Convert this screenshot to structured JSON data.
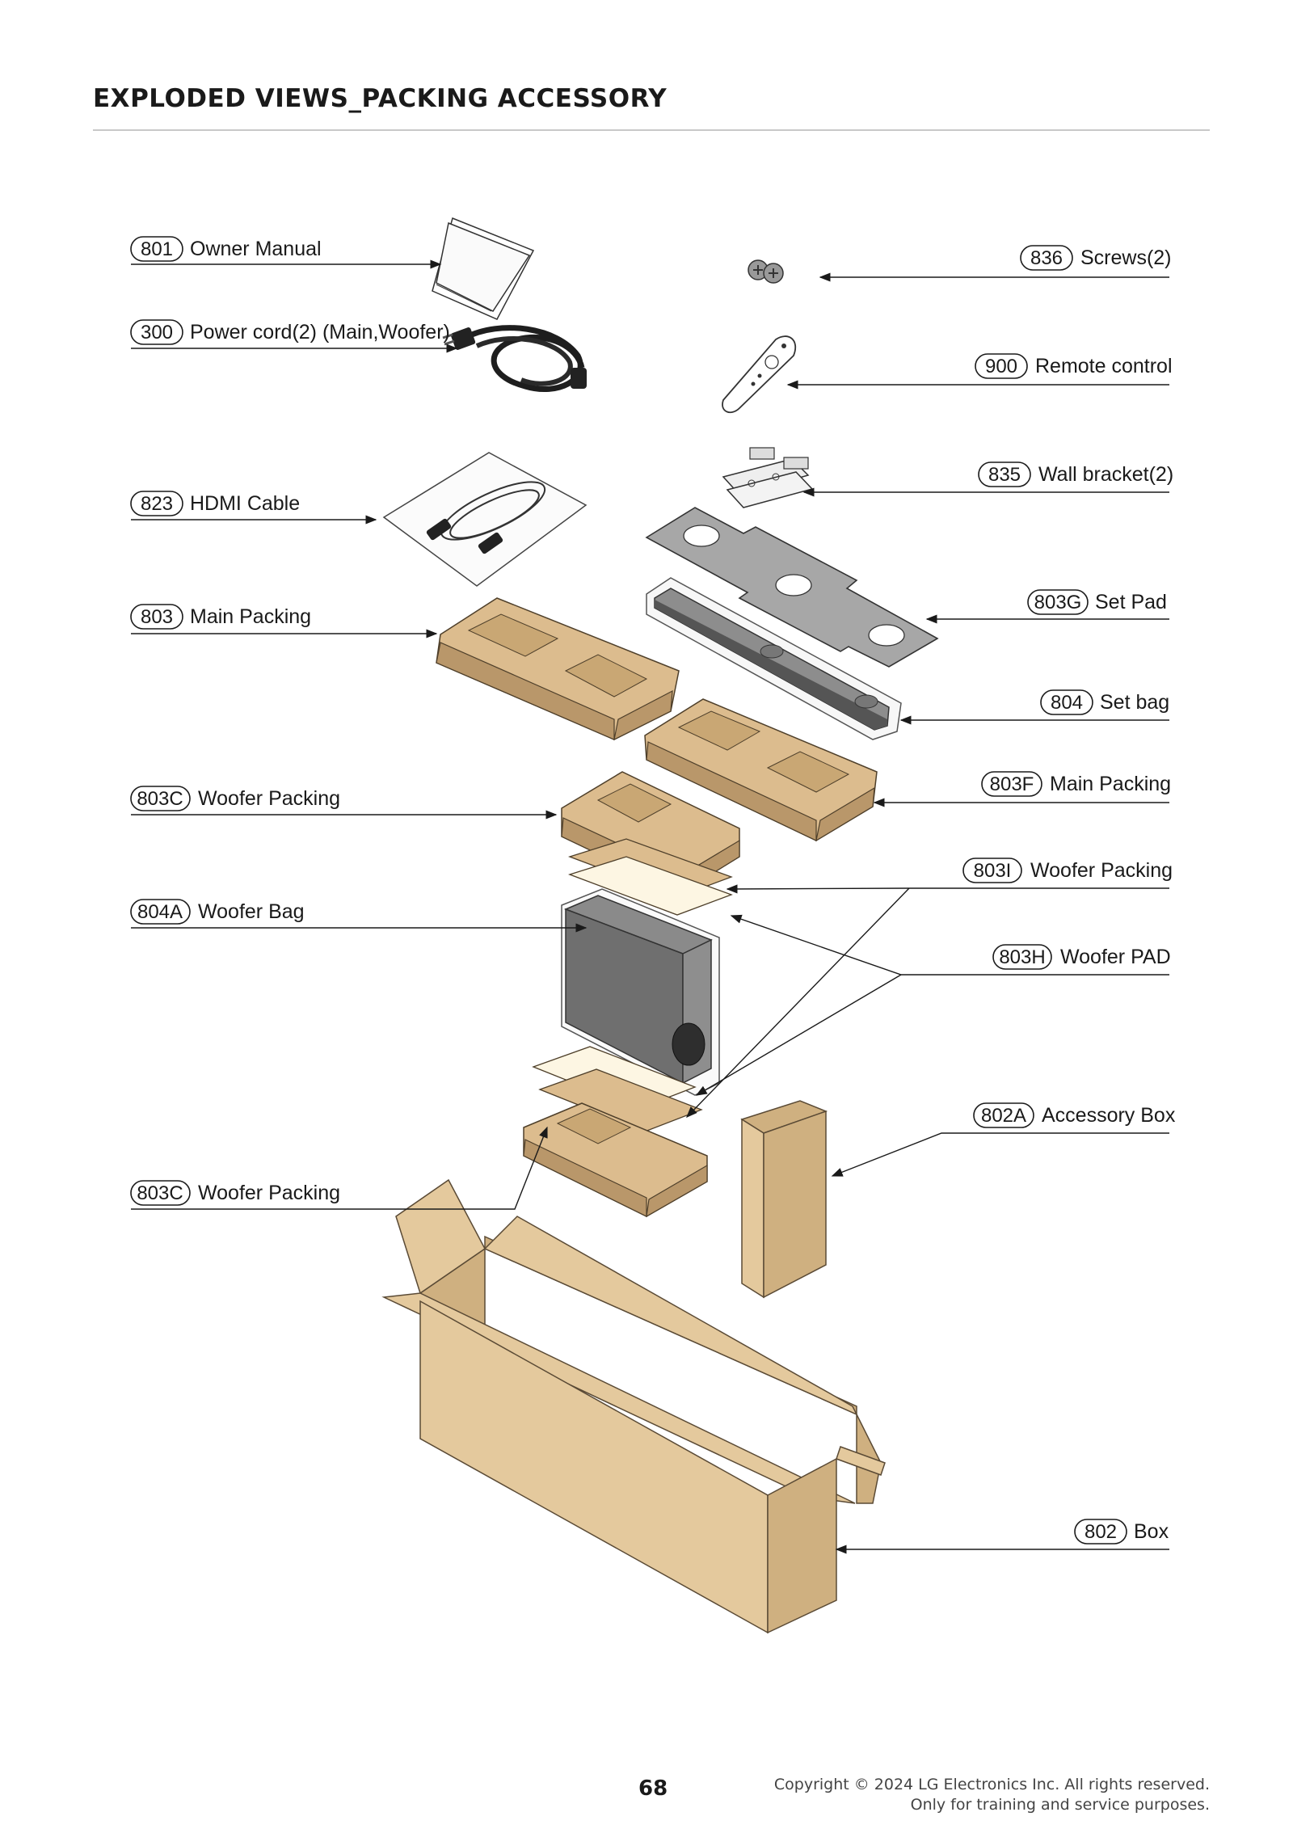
{
  "header": {
    "title": "EXPLODED VIEWS_PACKING ACCESSORY"
  },
  "callouts_left": [
    {
      "code": "801",
      "label": "Owner Manual"
    },
    {
      "code": "300",
      "label": "Power cord(2) (Main,Woofer)"
    },
    {
      "code": "823",
      "label": "HDMI Cable"
    },
    {
      "code": "803",
      "label": "Main Packing"
    },
    {
      "code": "803C",
      "label": "Woofer Packing"
    },
    {
      "code": "804A",
      "label": "Woofer Bag"
    },
    {
      "code": "803C",
      "label": "Woofer Packing"
    }
  ],
  "callouts_right": [
    {
      "code": "836",
      "label": "Screws(2)"
    },
    {
      "code": "900",
      "label": "Remote control"
    },
    {
      "code": "835",
      "label": "Wall bracket(2)"
    },
    {
      "code": "803G",
      "label": "Set Pad"
    },
    {
      "code": "804",
      "label": "Set bag"
    },
    {
      "code": "803F",
      "label": "Main Packing"
    },
    {
      "code": "803I",
      "label": "Woofer Packing"
    },
    {
      "code": "803H",
      "label": "Woofer PAD"
    },
    {
      "code": "802A",
      "label": "Accessory Box"
    },
    {
      "code": "802",
      "label": "Box"
    }
  ],
  "footer": {
    "page_number": "68",
    "copyright_line1": "Copyright © 2024 LG Electronics Inc. All rights reserved.",
    "copyright_line2": "Only for training and service purposes."
  }
}
